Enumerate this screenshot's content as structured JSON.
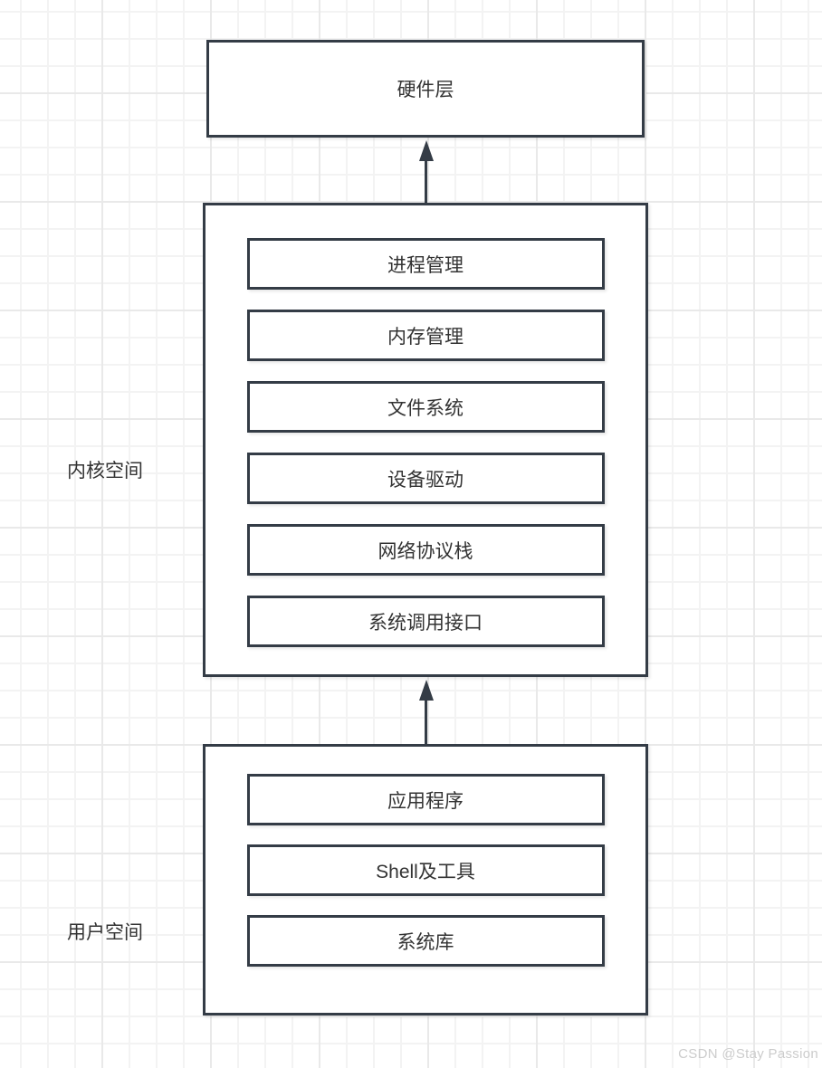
{
  "diagram": {
    "hardware": {
      "label": "硬件层"
    },
    "kernel": {
      "space_label": "内核空间",
      "modules": [
        "进程管理",
        "内存管理",
        "文件系统",
        "设备驱动",
        "网络协议栈",
        "系统调用接口"
      ]
    },
    "user": {
      "space_label": "用户空间",
      "modules": [
        "应用程序",
        "Shell及工具",
        "系统库"
      ]
    },
    "arrows": [
      {
        "from": "kernel-space",
        "to": "hardware-layer",
        "direction": "up"
      },
      {
        "from": "user-space",
        "to": "kernel-space",
        "direction": "up"
      }
    ],
    "colors": {
      "shape_border": "#343c46",
      "arrow": "#343c46",
      "text": "#333333",
      "grid_minor": "#f3f3f3",
      "grid_major": "#e9e9e9",
      "watermark": "#cccccc"
    }
  },
  "watermark": "CSDN @Stay Passion"
}
